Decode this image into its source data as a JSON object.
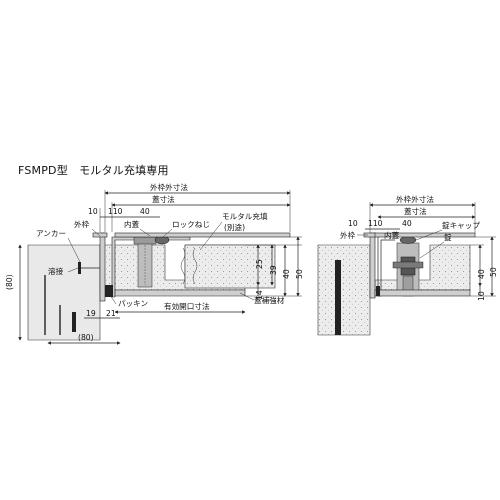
{
  "title": "FSMPD型　モルタル充填専用",
  "left_section": {
    "dim_outer_frame": "外枠外寸法",
    "dim_cover": "蓋寸法",
    "dim_10": "10",
    "dim_110": "110",
    "dim_40": "40",
    "label_outer_frame": "外枠",
    "label_inner_cover": "内蓋",
    "label_lock_screw": "ロックねじ",
    "label_mortar_fill": "モルタル充填",
    "label_separate": "(別途)",
    "label_anchor": "アンカー",
    "label_weld": "溶接",
    "dim_80_vert": "(80)",
    "dim_25": "25",
    "dim_14": "14",
    "dim_39": "39",
    "dim_40_vert": "40",
    "dim_50": "50",
    "dim_19": "19",
    "dim_21": "21",
    "label_packing": "パッキン",
    "label_effective_opening": "有効開口寸法",
    "label_reinforcement": "蓋補強材",
    "dim_80_horiz": "(80)"
  },
  "right_section": {
    "dim_outer_frame": "外枠外寸法",
    "dim_cover": "蓋寸法",
    "label_outer_frame": "外枠",
    "dim_10": "10",
    "dim_110": "110",
    "dim_40": "40",
    "label_inner_cover": "内蓋",
    "label_lock_cap": "錠キャップ",
    "label_lock": "錠",
    "dim_40_vert": "40",
    "dim_50": "50",
    "dim_10_vert": "10"
  }
}
